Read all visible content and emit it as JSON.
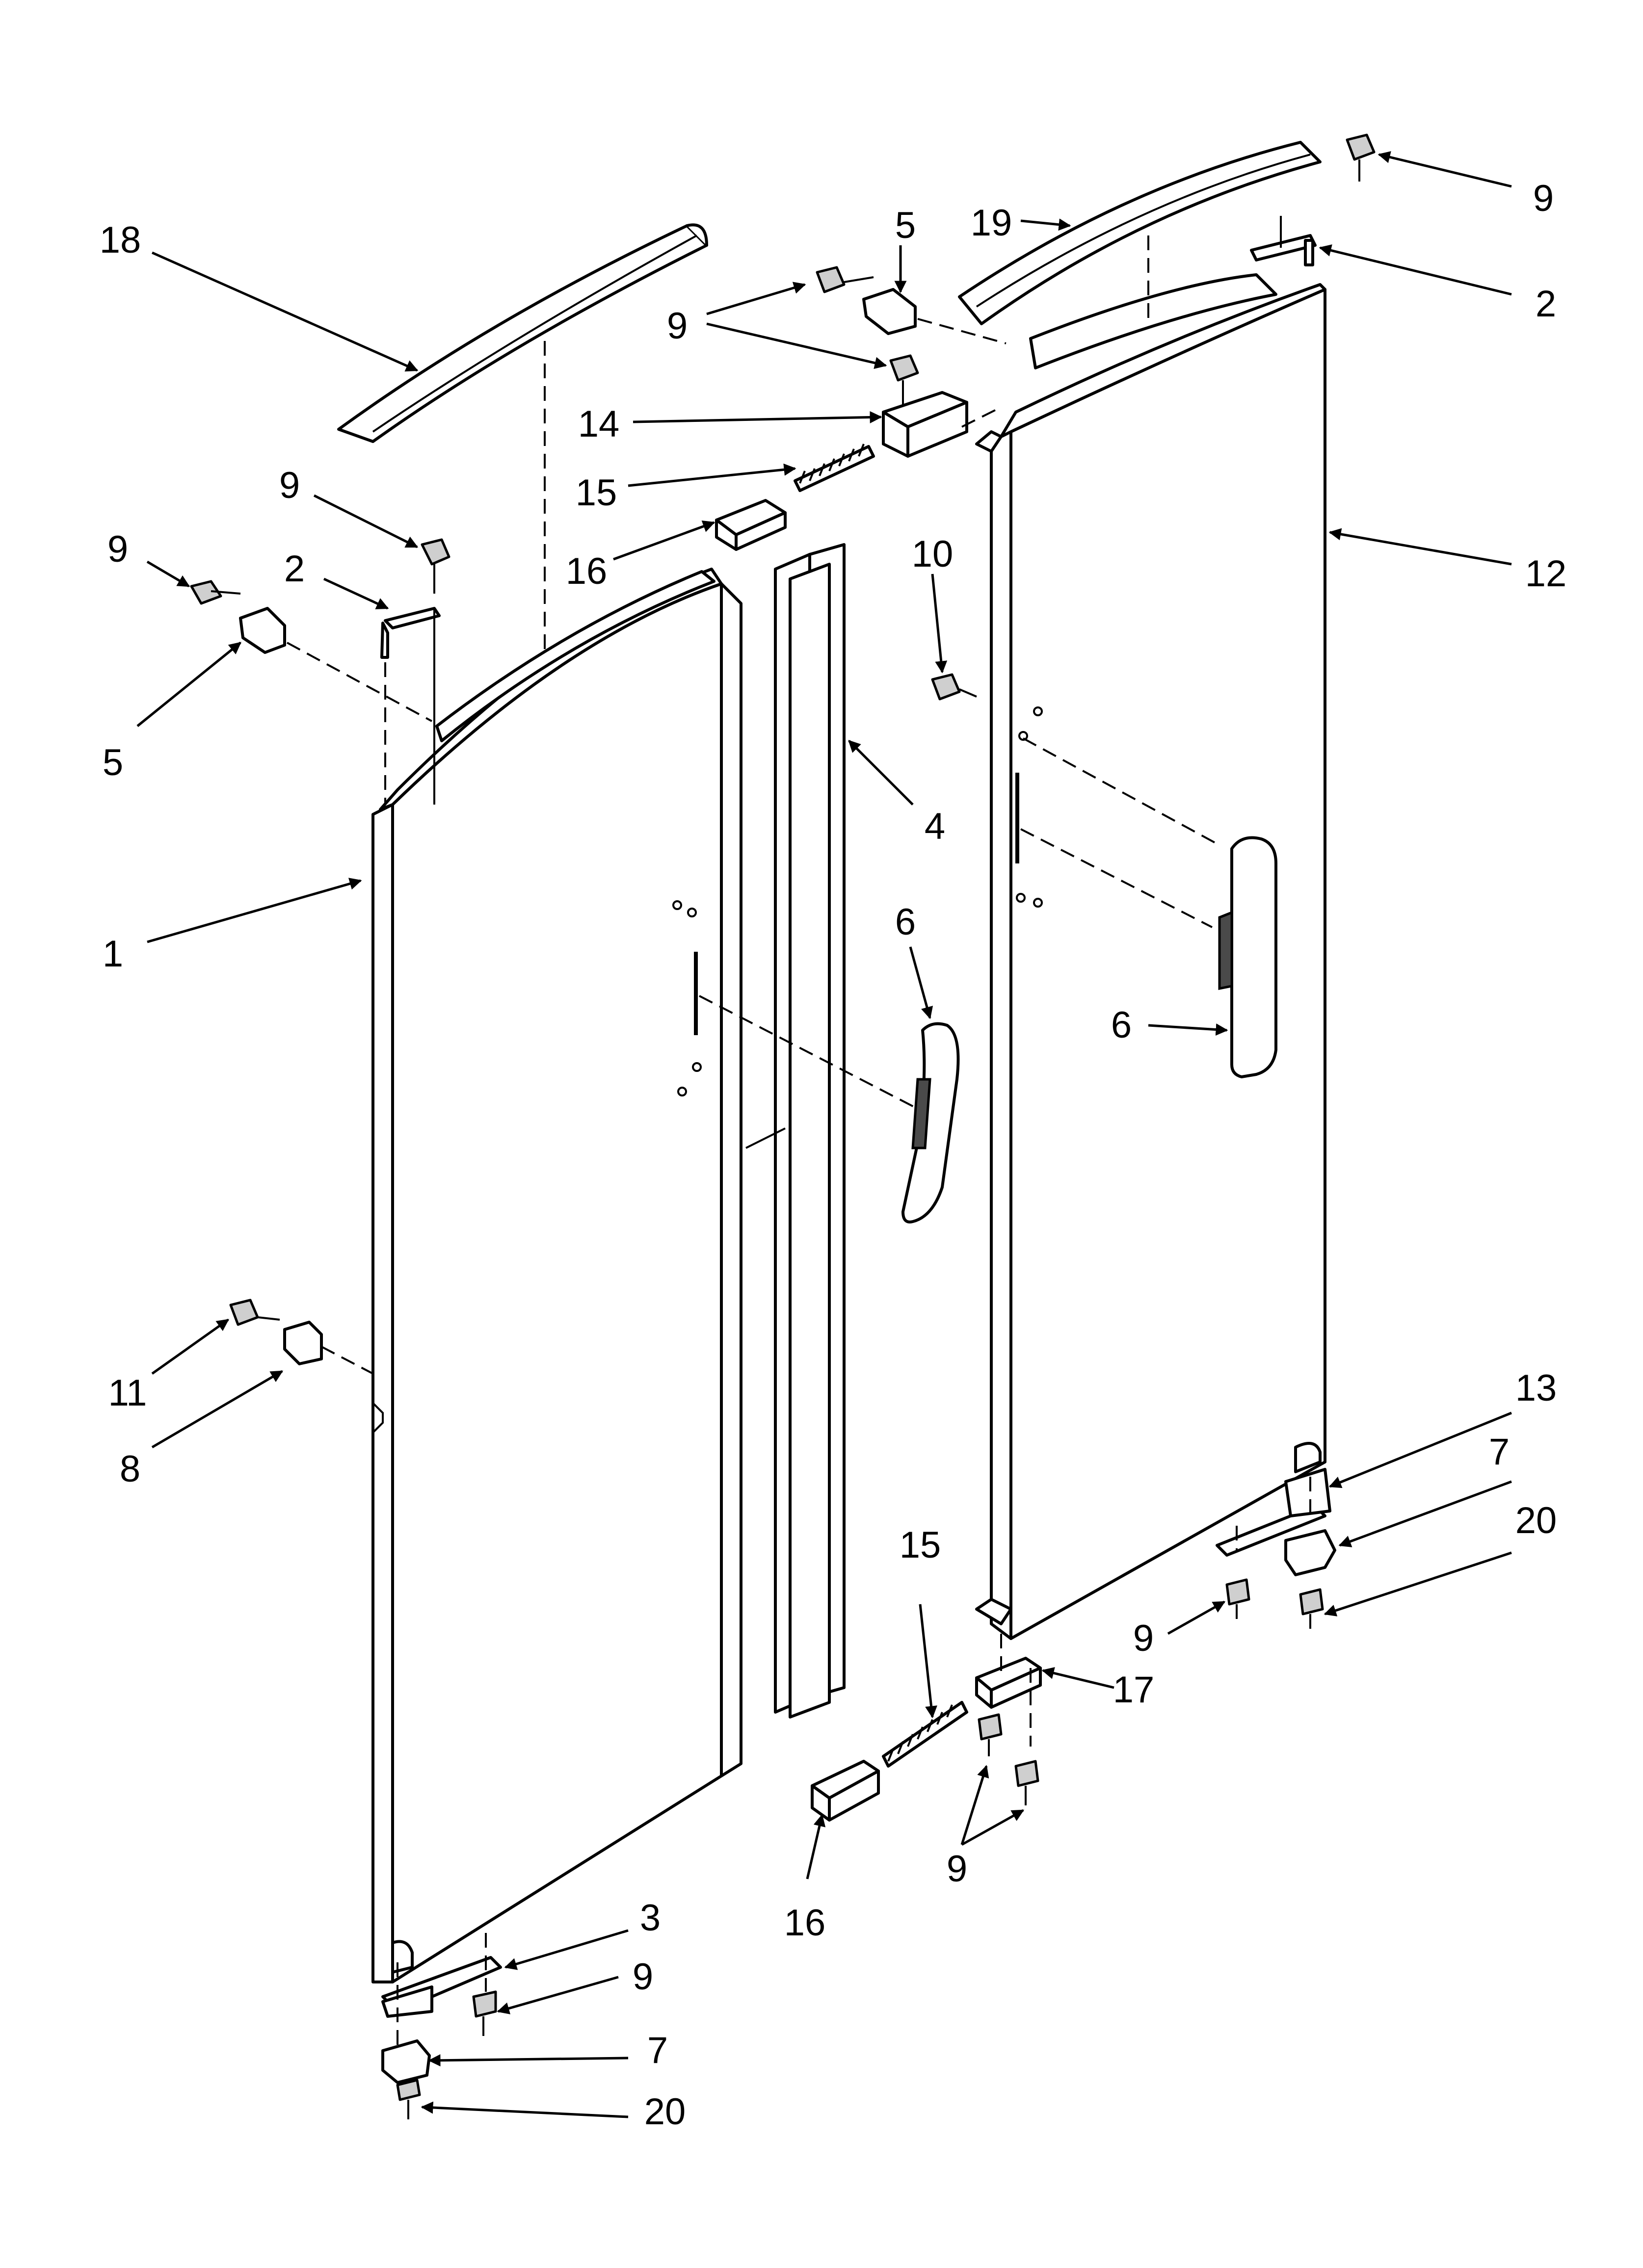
{
  "callouts": [
    {
      "id": "c18",
      "text": "18"
    },
    {
      "id": "c9a",
      "text": "9"
    },
    {
      "id": "c9b",
      "text": "9"
    },
    {
      "id": "c2a",
      "text": "2"
    },
    {
      "id": "c5a",
      "text": "5"
    },
    {
      "id": "c1",
      "text": "1"
    },
    {
      "id": "c11",
      "text": "11"
    },
    {
      "id": "c8",
      "text": "8"
    },
    {
      "id": "c3",
      "text": "3"
    },
    {
      "id": "c9c",
      "text": "9"
    },
    {
      "id": "c7a",
      "text": "7"
    },
    {
      "id": "c20a",
      "text": "20"
    },
    {
      "id": "c5b",
      "text": "5"
    },
    {
      "id": "c9d",
      "text": "9"
    },
    {
      "id": "c14",
      "text": "14"
    },
    {
      "id": "c15a",
      "text": "15"
    },
    {
      "id": "c16a",
      "text": "16"
    },
    {
      "id": "c10",
      "text": "10"
    },
    {
      "id": "c4",
      "text": "4"
    },
    {
      "id": "c6a",
      "text": "6"
    },
    {
      "id": "c19",
      "text": "19"
    },
    {
      "id": "c9e",
      "text": "9"
    },
    {
      "id": "c2b",
      "text": "2"
    },
    {
      "id": "c12",
      "text": "12"
    },
    {
      "id": "c6b",
      "text": "6"
    },
    {
      "id": "c13",
      "text": "13"
    },
    {
      "id": "c7b",
      "text": "7"
    },
    {
      "id": "c20b",
      "text": "20"
    },
    {
      "id": "c9f",
      "text": "9"
    },
    {
      "id": "c17",
      "text": "17"
    },
    {
      "id": "c15b",
      "text": "15"
    },
    {
      "id": "c16b",
      "text": "16"
    },
    {
      "id": "c9g",
      "text": "9"
    }
  ]
}
